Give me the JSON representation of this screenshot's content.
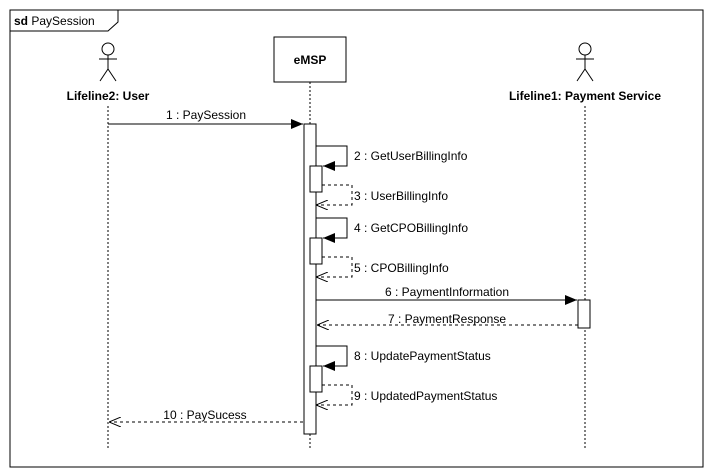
{
  "frame": {
    "keyword": "sd",
    "name": "PaySession"
  },
  "lifelines": [
    {
      "id": "user",
      "name": "Lifeline2: User",
      "kind": "actor"
    },
    {
      "id": "emsp",
      "name": "eMSP",
      "kind": "box"
    },
    {
      "id": "pay",
      "name": "Lifeline1: Payment Service",
      "kind": "actor"
    }
  ],
  "messages": [
    {
      "label": "1 : PaySession",
      "from": "user",
      "to": "emsp",
      "type": "sync"
    },
    {
      "label": "2 : GetUserBillingInfo",
      "from": "emsp",
      "to": "emsp",
      "type": "self-sync"
    },
    {
      "label": "3 : UserBillingInfo",
      "from": "emsp",
      "to": "emsp",
      "type": "self-return"
    },
    {
      "label": "4 : GetCPOBillingInfo",
      "from": "emsp",
      "to": "emsp",
      "type": "self-sync"
    },
    {
      "label": "5 : CPOBillingInfo",
      "from": "emsp",
      "to": "emsp",
      "type": "self-return"
    },
    {
      "label": "6 : PaymentInformation",
      "from": "emsp",
      "to": "pay",
      "type": "sync"
    },
    {
      "label": "7 : PaymentResponse",
      "from": "pay",
      "to": "emsp",
      "type": "return"
    },
    {
      "label": "8 : UpdatePaymentStatus",
      "from": "emsp",
      "to": "emsp",
      "type": "self-sync"
    },
    {
      "label": "9 : UpdatedPaymentStatus",
      "from": "emsp",
      "to": "emsp",
      "type": "self-return"
    },
    {
      "label": "10 : PaySucess",
      "from": "emsp",
      "to": "user",
      "type": "return"
    }
  ]
}
